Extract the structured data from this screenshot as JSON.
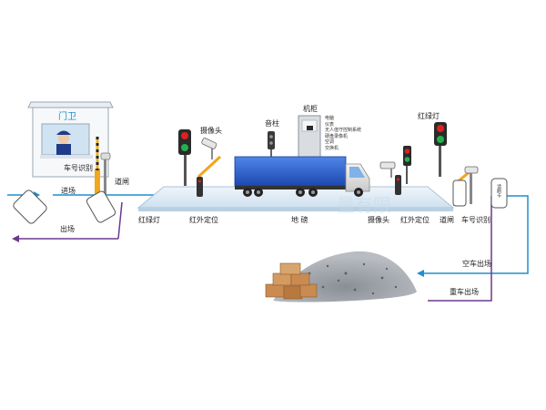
{
  "labels": {
    "guard_house": "门卫",
    "plate_recognition_left": "车号识别",
    "barrier_left": "道闸",
    "entry": "进场",
    "exit": "出场",
    "traffic_light_left": "红绿灯",
    "camera_left": "摄像头",
    "ir_left": "红外定位",
    "speaker_column": "音柱",
    "cabinet": "机柜",
    "scale": "地  磅",
    "camera_right": "摄像头",
    "ir_right": "红外定位",
    "barrier_right": "道闸",
    "plate_recognition_right": "车号识别",
    "traffic_light_right": "红绿灯",
    "empty_exit": "空车出场",
    "loaded_exit": "重车出场"
  },
  "cabinet_items": [
    "电脑",
    "仪表",
    "无人值守控制系统",
    "硬盘录像机",
    "空调",
    "交换机"
  ],
  "sign_text": "请刷卡",
  "colors": {
    "blue_flow": "#1f8fd0",
    "purple_flow": "#6b3a8f",
    "truck_blue": "#2a5fd0",
    "guard_label": "#1f8fd0"
  }
}
